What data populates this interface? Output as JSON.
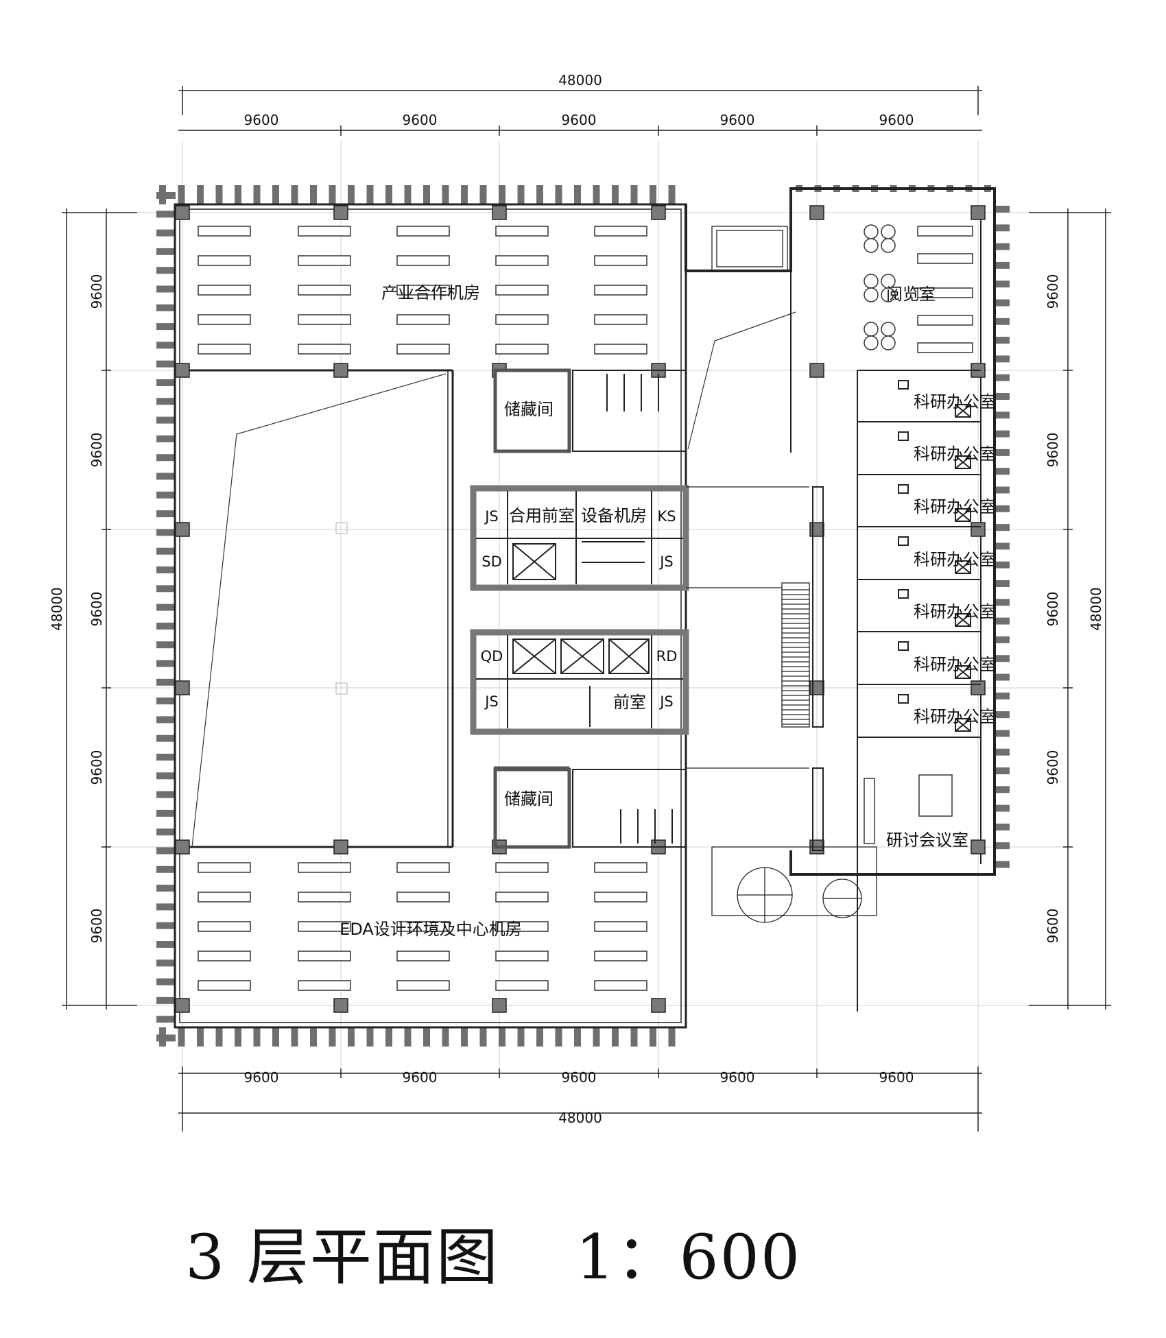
{
  "dimensions": {
    "top_total": "48000",
    "top_bays": [
      "9600",
      "9600",
      "9600",
      "9600",
      "9600"
    ],
    "bottom_bays": [
      "9600",
      "9600",
      "9600",
      "9600",
      "9600"
    ],
    "bottom_total": "48000",
    "left_total": "48000",
    "left_bays": [
      "9600",
      "9600",
      "9600",
      "9600",
      "9600"
    ],
    "right_bays": [
      "9600",
      "9600",
      "9600",
      "9600",
      "9600"
    ],
    "right_total": "48000"
  },
  "rooms": {
    "industry_server_room": "产业合作机房",
    "eda_server_room": "EDA设计环境及中心机房",
    "reading_room": "阅览室",
    "storage_top": "储藏间",
    "storage_bottom": "储藏间",
    "shared_lobby": "合用前室",
    "equipment_room": "设备机房",
    "front_room": "前室",
    "offices": [
      "科研办公室",
      "科研办公室",
      "科研办公室",
      "科研办公室",
      "科研办公室",
      "科研办公室",
      "科研办公室"
    ],
    "seminar_room": "研讨会议室"
  },
  "shaft_tags": {
    "js_1": "JS",
    "ks": "KS",
    "sd": "SD",
    "js_2": "JS",
    "qd": "QD",
    "rd": "RD",
    "js_3": "JS",
    "js_4": "JS"
  },
  "title": {
    "floor": "3 层平面图",
    "scale": "1：600"
  }
}
